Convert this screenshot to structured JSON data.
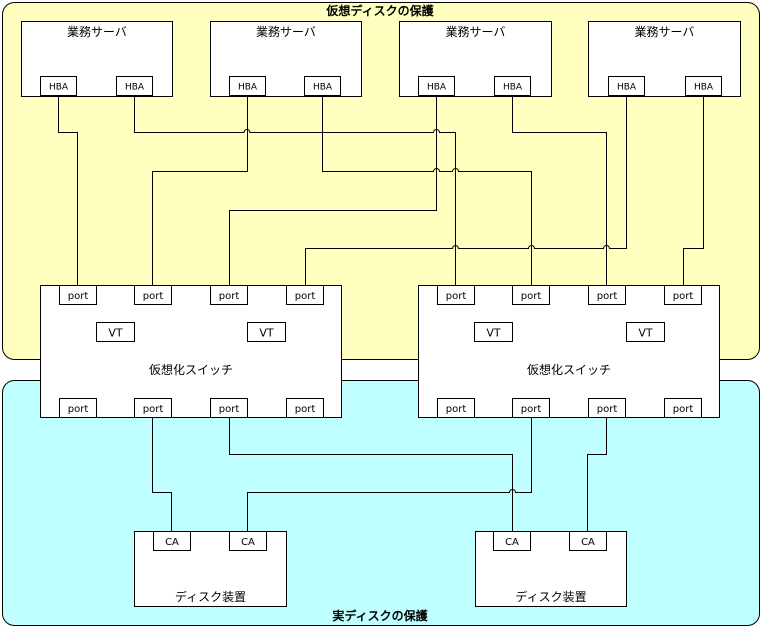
{
  "zones": {
    "virtual_label": "仮想ディスクの保護",
    "real_label": "実ディスクの保護",
    "virtual_color": "#ffffc0",
    "real_color": "#c0ffff"
  },
  "servers": [
    {
      "label": "業務サーバ",
      "hba": [
        "HBA",
        "HBA"
      ]
    },
    {
      "label": "業務サーバ",
      "hba": [
        "HBA",
        "HBA"
      ]
    },
    {
      "label": "業務サーバ",
      "hba": [
        "HBA",
        "HBA"
      ]
    },
    {
      "label": "業務サーバ",
      "hba": [
        "HBA",
        "HBA"
      ]
    }
  ],
  "switches": [
    {
      "label": "仮想化スイッチ",
      "top_ports": [
        "port",
        "port",
        "port",
        "port"
      ],
      "vt": [
        "VT",
        "VT"
      ],
      "bottom_ports": [
        "port",
        "port",
        "port",
        "port"
      ]
    },
    {
      "label": "仮想化スイッチ",
      "top_ports": [
        "port",
        "port",
        "port",
        "port"
      ],
      "vt": [
        "VT",
        "VT"
      ],
      "bottom_ports": [
        "port",
        "port",
        "port",
        "port"
      ]
    }
  ],
  "disks": [
    {
      "label": "ディスク装置",
      "ca": [
        "CA",
        "CA"
      ]
    },
    {
      "label": "ディスク装置",
      "ca": [
        "CA",
        "CA"
      ]
    }
  ]
}
